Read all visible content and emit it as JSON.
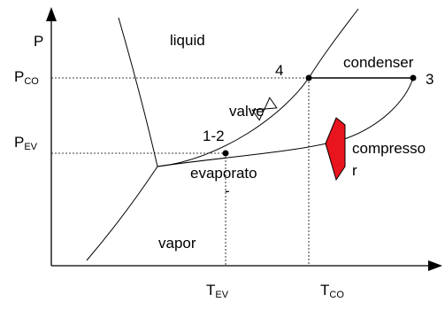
{
  "axes": {
    "y_label": "P",
    "x_label": "",
    "p_co": {
      "main": "P",
      "sub": "CO"
    },
    "p_ev": {
      "main": "P",
      "sub": "EV"
    },
    "t_ev": {
      "main": "T",
      "sub": "EV"
    },
    "t_co": {
      "main": "T",
      "sub": "CO"
    }
  },
  "regions": {
    "liquid": "liquid",
    "vapor": "vapor"
  },
  "components": {
    "condenser": "condenser",
    "valve": "valve",
    "evaporator_line1": "evaporato",
    "evaporator_line2": "-",
    "compressor_line1": "compresso",
    "compressor_line2": "r"
  },
  "states": {
    "s12": "1-2",
    "s3": "3",
    "s4": "4"
  },
  "colors": {
    "compressor_fill": "#e8141e",
    "line": "#000000"
  }
}
